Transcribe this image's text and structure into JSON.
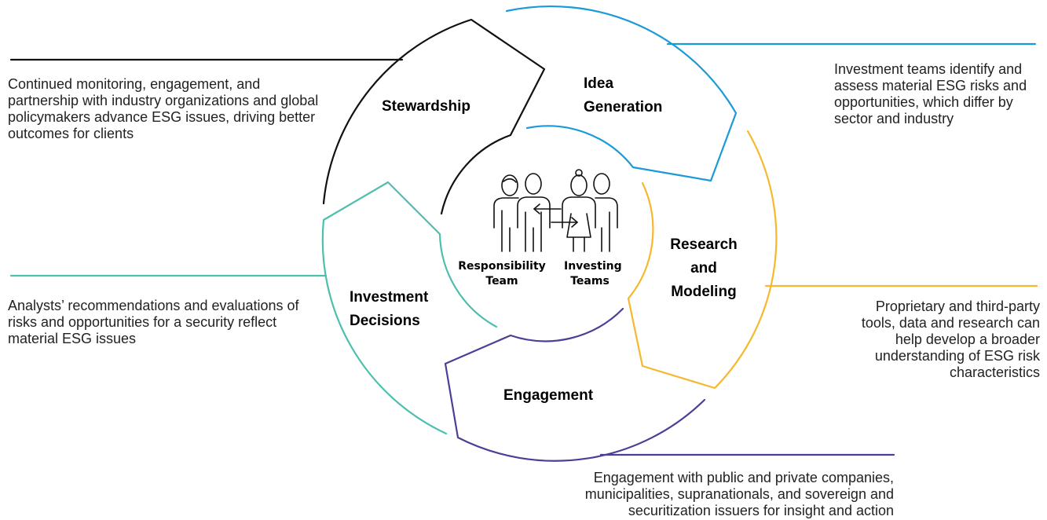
{
  "colors": {
    "stewardship": "#111111",
    "idea_generation": "#1a9ad6",
    "research_modeling": "#f5b82e",
    "engagement": "#4b3f96",
    "investment_decisions": "#4dbfad"
  },
  "center": {
    "icon": "people-exchange-icon",
    "left_team": "Responsibility Team",
    "right_team": "Investing Teams"
  },
  "stages": {
    "stewardship": {
      "label": "Stewardship",
      "description": "Continued monitoring, engagement, and partnership with industry organizations and global policymakers advance ESG issues, driving better outcomes for clients"
    },
    "idea_generation": {
      "label_line1": "Idea",
      "label_line2": "Generation",
      "description": "Investment teams identify and assess material ESG risks and opportunities, which differ by sector and industry"
    },
    "research_modeling": {
      "label_line1": "Research",
      "label_line2": "and",
      "label_line3": "Modeling",
      "description": "Proprietary and third-party tools, data and research can help develop a broader understanding of ESG risk characteristics"
    },
    "engagement": {
      "label": "Engagement",
      "description": "Engagement with public and private companies, municipalities, supranationals, and sovereign and securitization issuers for insight and action"
    },
    "investment_decisions": {
      "label_line1": "Investment",
      "label_line2": "Decisions",
      "description": "Analysts’ recommendations and evaluations of risks and opportunities for a security reflect material ESG issues"
    }
  }
}
